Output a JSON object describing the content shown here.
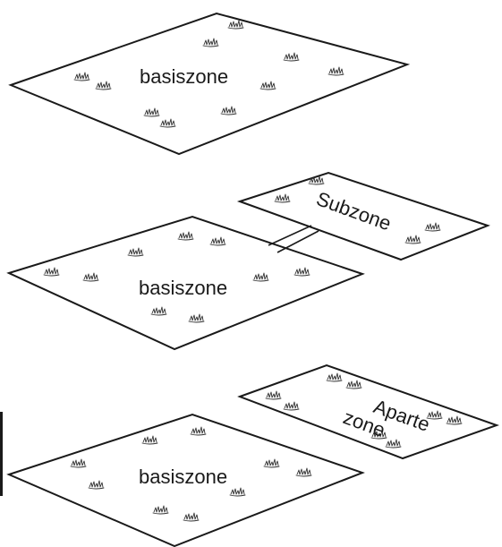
{
  "panels": [
    {
      "zones": [
        {
          "label": "basiszone"
        }
      ]
    },
    {
      "zones": [
        {
          "label": "Subzone"
        },
        {
          "label": "basiszone"
        }
      ]
    },
    {
      "zones": [
        {
          "label_line1": "Aparte",
          "label_line2": "zone"
        },
        {
          "label": "basiszone"
        }
      ]
    }
  ],
  "colors": {
    "outline": "#1a1a1a",
    "fill": "#ffffff",
    "grass": "#333333"
  },
  "icons": {
    "grass_tuft": "grass-tuft-icon"
  }
}
